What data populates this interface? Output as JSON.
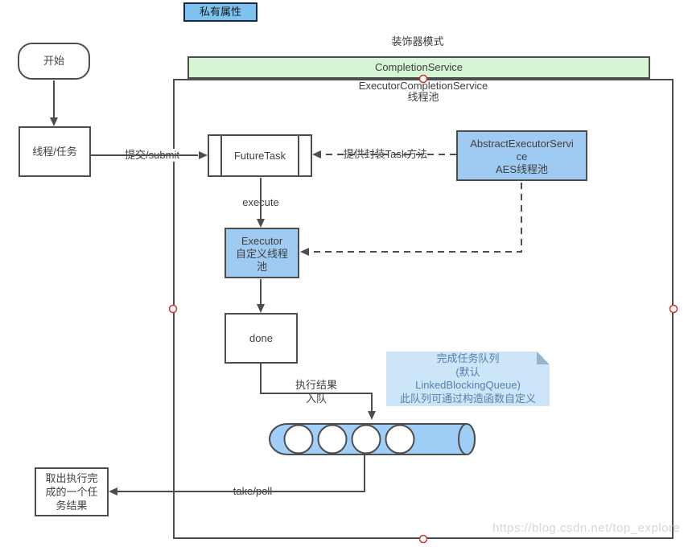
{
  "colors": {
    "stroke": "#4D4D4D",
    "text": "#3F3F3F",
    "green_fill": "#D5F5D5",
    "blue_fill": "#9FCBF2",
    "queue_fill": "#9FCEF7",
    "badge_fill": "#7EC3F0",
    "badge_border": "#12294A",
    "note_fill": "#CCE5F8",
    "note_fold": "#94B4CF",
    "note_text": "#587FAD",
    "connection_point": "#CC3333",
    "watermark": "#D6D6D6"
  },
  "badge": {
    "label": "私有属性"
  },
  "header": {
    "decorator_label": "装饰器模式",
    "green_bar_label": "CompletionService",
    "container_title": "ExecutorCompletionService",
    "container_subtitle": "线程池"
  },
  "nodes": {
    "start": {
      "label": "开始"
    },
    "thread_task": {
      "label": "线程/任务"
    },
    "future_task": {
      "label": "FutureTask"
    },
    "aes": {
      "lines": [
        "AbstractExecutorServi",
        "ce",
        "AES线程池"
      ]
    },
    "executor": {
      "lines": [
        "Executor",
        "自定义线程",
        "池"
      ]
    },
    "done": {
      "label": "done"
    },
    "note": {
      "lines": [
        "完成任务队列",
        "(默认",
        "LinkedBlockingQueue)",
        "此队列可通过构造函数自定义"
      ]
    },
    "retrieve": {
      "lines": [
        "取出执行完",
        "成的一个任",
        "务结果"
      ]
    },
    "queue": {
      "circle_count": 4
    }
  },
  "edges": {
    "submit": "提交/submit",
    "provide_wrap": "提供封装Task方法",
    "execute": "execute",
    "enqueue_line1": "执行结果",
    "enqueue_line2": "入队",
    "take_poll": "take/poll"
  },
  "watermark": "https://blog.csdn.net/top_explore"
}
